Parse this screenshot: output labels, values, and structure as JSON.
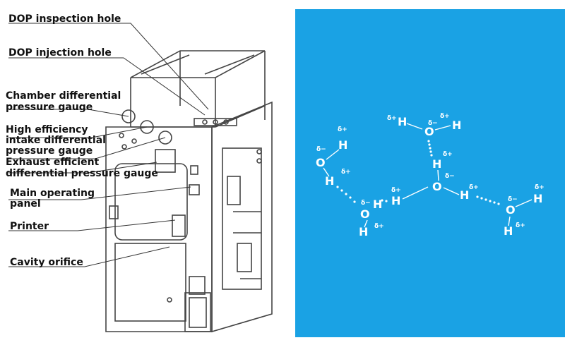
{
  "equipment_labels": {
    "dop_inspection_hole": "DOP inspection hole",
    "dop_injection_hole": "DOP injection hole",
    "chamber_gauge_line1": "Chamber differential",
    "chamber_gauge_line2": "pressure gauge",
    "intake_gauge_line1": "High efficiency",
    "intake_gauge_line2": "intake differential",
    "intake_gauge_line3": "pressure gauge",
    "exhaust_gauge_line1": "Exhaust efficient",
    "exhaust_gauge_line2": "differential pressure gauge",
    "main_panel_line1": "Main operating",
    "main_panel_line2": "panel",
    "printer": "Printer",
    "cavity_orifice": "Cavity orifice"
  },
  "molecule_diagram": {
    "background_color": "#1aa2e4",
    "oxygen": "O",
    "hydrogen": "H",
    "delta_plus": "δ+",
    "delta_minus": "δ−"
  }
}
